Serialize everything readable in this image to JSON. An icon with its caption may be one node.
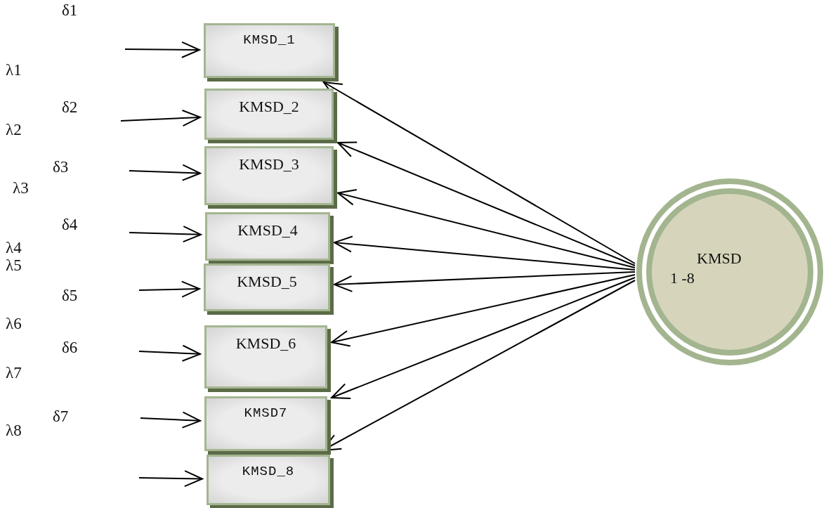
{
  "diagram": {
    "nodes": [
      {
        "text": [
          "KMSD_1"
        ]
      },
      {
        "text": [
          "KMSD_2"
        ]
      },
      {
        "text": [
          "KMSD_3"
        ]
      },
      {
        "text": [
          "KMSD_4"
        ]
      },
      {
        "text": [
          "KMSD_5"
        ]
      },
      {
        "text": [
          "KMSD_6"
        ]
      },
      {
        "text": [
          "KMSD7"
        ]
      },
      {
        "text": [
          "KMSD_8"
        ]
      },
      {
        "text": [
          "KMSD 1 -8"
        ]
      }
    ],
    "edges": [
      {
        "from": null,
        "to": 0,
        "arrow": "to"
      },
      {
        "from": null,
        "to": 1,
        "arrow": "to"
      },
      {
        "from": null,
        "to": 2,
        "arrow": "to"
      },
      {
        "from": null,
        "to": 3,
        "arrow": "to"
      },
      {
        "from": null,
        "to": 4,
        "arrow": "to"
      },
      {
        "from": null,
        "to": 5,
        "arrow": "to"
      },
      {
        "from": null,
        "to": 6,
        "arrow": "to"
      },
      {
        "from": null,
        "to": 7,
        "arrow": "to"
      },
      {
        "from": 8,
        "to": 0,
        "arrow": "to"
      },
      {
        "from": 8,
        "to": 1,
        "arrow": "to"
      },
      {
        "from": 8,
        "to": 2,
        "arrow": "to"
      },
      {
        "from": 8,
        "to": 3,
        "arrow": "to"
      },
      {
        "from": 8,
        "to": 4,
        "arrow": "to"
      },
      {
        "from": 8,
        "to": 5,
        "arrow": "to"
      },
      {
        "from": 8,
        "to": 6,
        "arrow": "to"
      },
      {
        "from": 8,
        "to": 7,
        "arrow": "to"
      }
    ],
    "labels": [
      "δ1",
      "λ1",
      "δ2",
      "λ2",
      "δ3",
      "λ3",
      "δ4",
      "λ4",
      "λ5",
      "δ5",
      "λ6",
      "δ6",
      "λ7",
      "δ7",
      "λ8"
    ]
  }
}
